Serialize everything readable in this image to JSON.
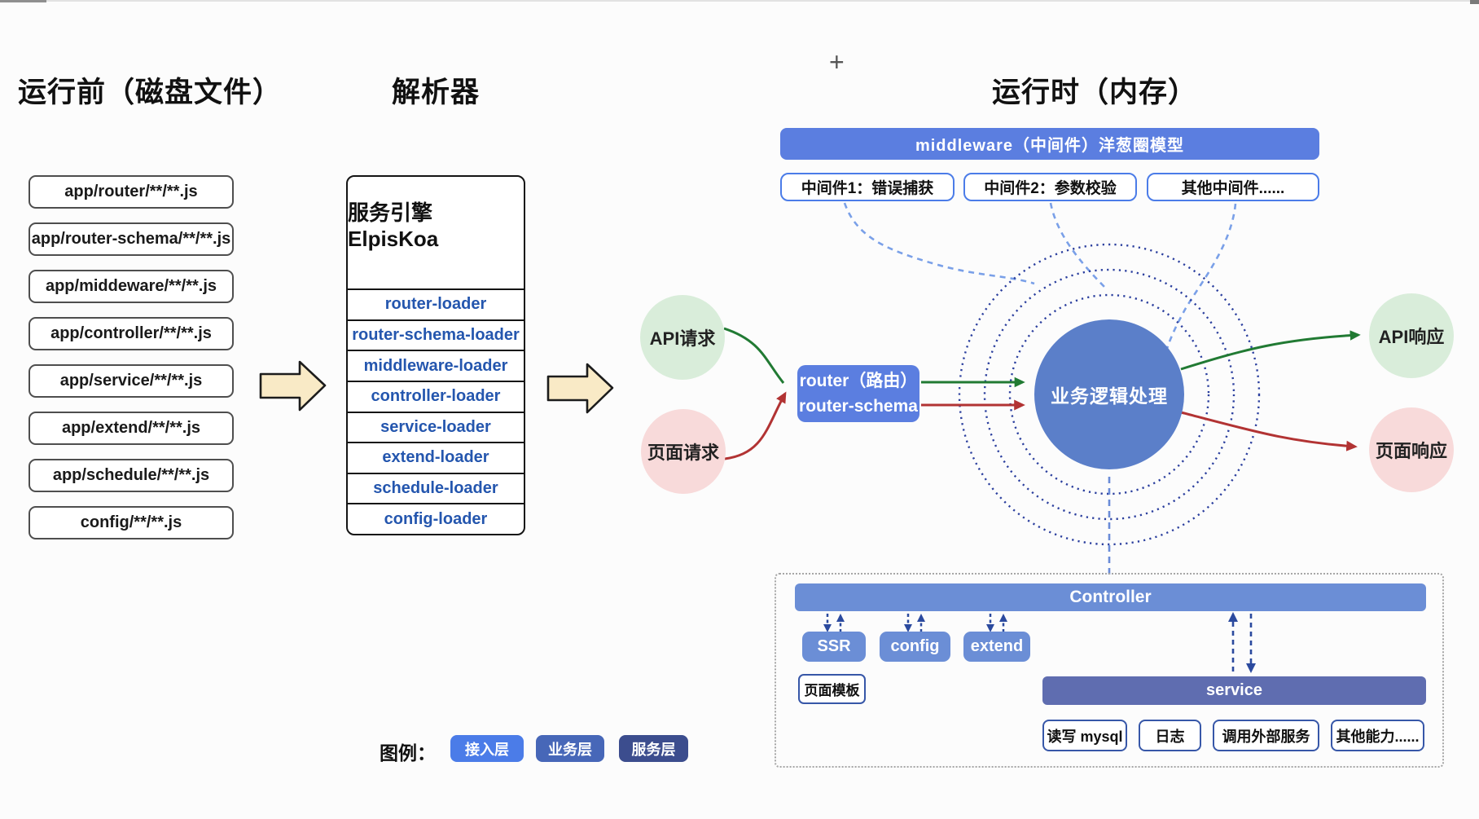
{
  "titles": {
    "pre_run": "运行前（磁盘文件）",
    "parser": "解析器",
    "runtime": "运行时（内存）"
  },
  "cursor_glyph": "+",
  "disk_files": [
    "app/router/**/**.js",
    "app/router-schema/**/**.js",
    "app/middeware/**/**.js",
    "app/controller/**/**.js",
    "app/service/**/**.js",
    "app/extend/**/**.js",
    "app/schedule/**/**.js",
    "config/**/**.js"
  ],
  "engine": {
    "title": "服务引擎 ElpisKoa",
    "loaders": [
      "router-loader",
      "router-schema-loader",
      "middleware-loader",
      "controller-loader",
      "service-loader",
      "extend-loader",
      "schedule-loader",
      "config-loader"
    ]
  },
  "middleware": {
    "header": "middleware（中间件）洋葱圈模型",
    "items": [
      "中间件1：错误捕获",
      "中间件2：参数校验",
      "其他中间件......"
    ]
  },
  "flow": {
    "api_request": "API请求",
    "page_request": "页面请求",
    "router_line1": "router（路由）",
    "router_line2": "router-schema",
    "core": "业务逻辑处理",
    "api_response": "API响应",
    "page_response": "页面响应"
  },
  "controller_panel": {
    "controller": "Controller",
    "ssr": "SSR",
    "config": "config",
    "extend": "extend",
    "page_template": "页面模板",
    "service": "service",
    "capabilities": [
      "读写 mysql",
      "日志",
      "调用外部服务",
      "其他能力......"
    ]
  },
  "legend": {
    "label": "图例：",
    "items": [
      {
        "label": "接入层",
        "color": "#4b7ce8"
      },
      {
        "label": "业务层",
        "color": "#4767b8"
      },
      {
        "label": "服务层",
        "color": "#3c4d8e"
      }
    ]
  },
  "colors": {
    "accent_blue": "#5b7ee0",
    "business_blue": "#6b8ed6",
    "core_circle_blue": "#5b7fc9",
    "service_navy": "#5f6db0",
    "ring_navy": "#2b3f9e",
    "arrow_green": "#217a33",
    "arrow_red": "#b23333",
    "connector_blue": "#7aa0e8",
    "request_green_bg": "#d9edda",
    "request_pink_bg": "#f8dada",
    "block_arrow_cream": "#f9eac6"
  }
}
